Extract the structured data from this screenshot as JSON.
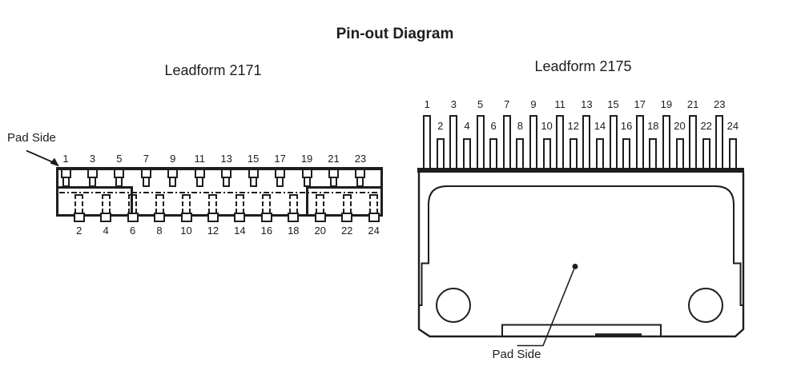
{
  "title": "Pin-out Diagram",
  "colors": {
    "ink": "#1d1d1b",
    "background": "#ffffff"
  },
  "left_diagram": {
    "label": "Leadform 2171",
    "pad_side_label": "Pad Side",
    "top_pin_numbers": [
      1,
      3,
      5,
      7,
      9,
      11,
      13,
      15,
      17,
      19,
      21,
      23
    ],
    "bottom_pin_numbers": [
      2,
      4,
      6,
      8,
      10,
      12,
      14,
      16,
      18,
      20,
      22,
      24
    ]
  },
  "right_diagram": {
    "label": "Leadform 2175",
    "pad_side_label": "Pad Side",
    "odd_pin_numbers": [
      1,
      3,
      5,
      7,
      9,
      11,
      13,
      15,
      17,
      19,
      21,
      23
    ],
    "even_pin_numbers": [
      2,
      4,
      6,
      8,
      10,
      12,
      14,
      16,
      18,
      20,
      22,
      24
    ]
  }
}
